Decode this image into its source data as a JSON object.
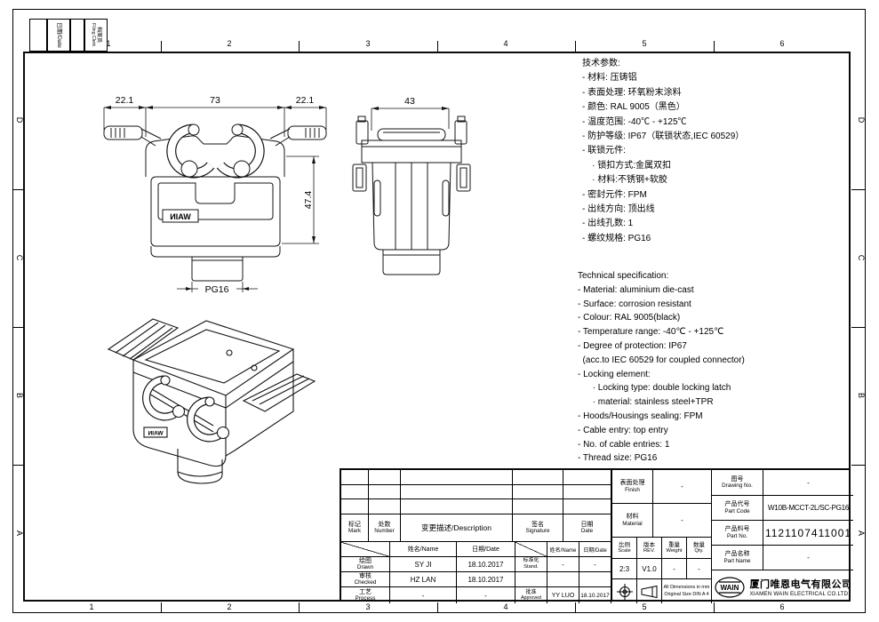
{
  "sheet": {
    "filing": {
      "date_label": "日期/Date",
      "clerk_cn": "档案员",
      "clerk_en": "Filing Clerk"
    },
    "zones_top": [
      "1",
      "2",
      "3",
      "4",
      "5",
      "6"
    ],
    "zones_bottom": [
      "1",
      "2",
      "3",
      "4",
      "5",
      "6"
    ],
    "zones_left": [
      "D",
      "C",
      "B",
      "A"
    ],
    "zones_right": [
      "D",
      "C",
      "B",
      "A"
    ]
  },
  "views": {
    "front": {
      "dim_left": "22.1",
      "dim_middle": "73",
      "dim_right": "22.1",
      "dim_height": "47.4",
      "thread": "PG16",
      "logo": "WAIN"
    },
    "side": {
      "dim_width": "43"
    },
    "iso": {
      "logo": "WAIN"
    }
  },
  "specs_cn": {
    "title": "技术参数:",
    "lines": [
      "- 材料: 压铸铝",
      "- 表面处理: 环氧粉末涂料",
      "- 颜色: RAL 9005（黑色）",
      "- 温度范围: -40℃ - +125℃",
      "- 防护等级: IP67（联锁状态,IEC 60529）",
      "- 联锁元件:",
      "    · 锁扣方式:金属双扣",
      "    · 材料:不锈钢+软胶",
      "- 密封元件: FPM",
      "- 出线方向: 顶出线",
      "- 出线孔数: 1",
      "- 螺纹规格: PG16"
    ]
  },
  "specs_en": {
    "title": "Technical specification:",
    "lines": [
      "- Material: aluminium die-cast",
      "- Surface: corrosion resistant",
      "- Colour: RAL 9005(black)",
      "- Temperature range: -40℃ - +125℃",
      "- Degree of protection: IP67",
      "  (acc.to IEC 60529 for coupled connector)",
      "- Locking element:",
      "      · Locking type: double locking latch",
      "      · material: stainless steel+TPR",
      "- Hoods/Housings sealing: FPM",
      "- Cable entry: top entry",
      "- No. of cable entries: 1",
      "- Thread size: PG16"
    ]
  },
  "title_block": {
    "rev_table": {
      "mark_cn": "标记",
      "mark_en": "Mark",
      "number_cn": "处数",
      "number_en": "Number",
      "description": "变更描述/Description",
      "signature_cn": "签名",
      "signature_en": "Signature",
      "date_cn": "日期",
      "date_en": "Date",
      "name_header": "姓名/Name",
      "date_header": "日期/Date"
    },
    "signoff": {
      "drawn_cn": "绘图",
      "drawn_en": "Drawn",
      "drawn_name": "SY JI",
      "drawn_date": "18.10.2017",
      "stand_cn": "标准化",
      "stand_en": "Stand.",
      "stand_name": "-",
      "stand_date": "-",
      "checked_cn": "审核",
      "checked_en": "Checked",
      "checked_name": "HZ LAN",
      "checked_date": "18.10.2017",
      "process_cn": "工艺",
      "process_en": "Process",
      "process_name": "-",
      "process_date": "-",
      "approved_cn": "批准",
      "approved_en": "Approved",
      "approved_name": "YY LUO",
      "approved_date": "18.10.2017"
    },
    "info": {
      "finish_cn": "表面处理",
      "finish_en": "Finish",
      "finish_value": "-",
      "material_cn": "材料",
      "material_en": "Material",
      "material_value": "-",
      "scale_cn": "比例",
      "scale_en": "Scale",
      "scale_value": "2:3",
      "rev_cn": "版本",
      "rev_en": "REV.",
      "rev_value": "V1.0",
      "weight_cn": "重量",
      "weight_en": "Weight",
      "weight_value": "-",
      "qty_cn": "数量",
      "qty_en": "Qty.",
      "qty_value": "-",
      "drawing_no_cn": "图号",
      "drawing_no_en": "Drawing No.",
      "drawing_no_value": "-",
      "part_code_cn": "产品代号",
      "part_code_en": "Part Code",
      "part_code_value": "W10B-MCCT-2L/SC-PG16",
      "part_no_cn": "产品料号",
      "part_no_en": "Part No.",
      "part_no_value": "1121107411001",
      "part_name_cn": "产品名称",
      "part_name_en": "Part Name",
      "part_name_value": "-",
      "note_line1": "All Dimensions in mm",
      "note_line2": "Original Size DIN A 4"
    },
    "company": {
      "logo": "WAIN",
      "name_cn": "厦门唯恩电气有限公司",
      "name_en": "XIAMEN WAIN ELECTRICAL CO.LTD"
    }
  }
}
